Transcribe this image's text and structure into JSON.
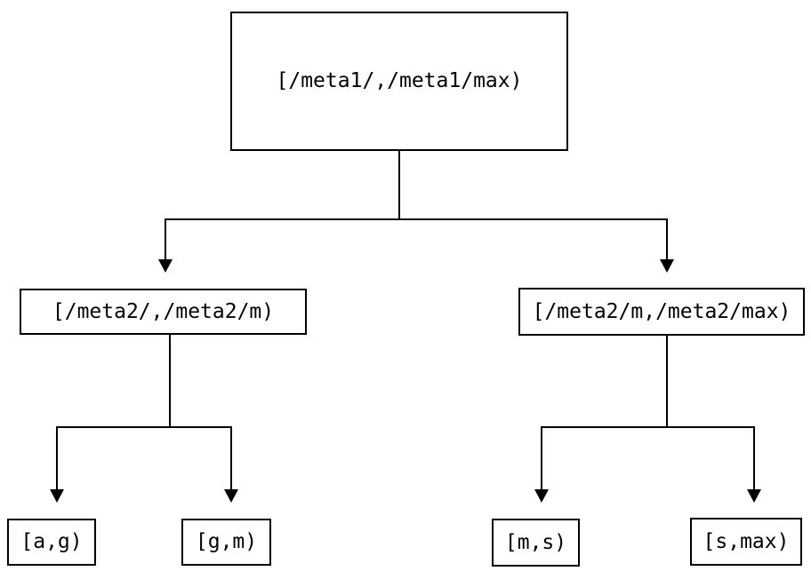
{
  "diagram": {
    "type": "binary-interval-tree",
    "colors": {
      "background": "#ffffff",
      "stroke": "#000000",
      "text": "#000000"
    },
    "nodes": {
      "root": {
        "label": "[/meta1/,/meta1/max)"
      },
      "child_left": {
        "label": "[/meta2/,/meta2/m)"
      },
      "child_right": {
        "label": "[/meta2/m,/meta2/max)"
      },
      "leaf_ag": {
        "label": "[a,g)"
      },
      "leaf_gm": {
        "label": "[g,m)"
      },
      "leaf_ms": {
        "label": "[m,s)"
      },
      "leaf_smax": {
        "label": "[s,max)"
      }
    },
    "edges": [
      {
        "from": "root",
        "to": "child_left"
      },
      {
        "from": "root",
        "to": "child_right"
      },
      {
        "from": "child_left",
        "to": "leaf_ag"
      },
      {
        "from": "child_left",
        "to": "leaf_gm"
      },
      {
        "from": "child_right",
        "to": "leaf_ms"
      },
      {
        "from": "child_right",
        "to": "leaf_smax"
      }
    ]
  }
}
